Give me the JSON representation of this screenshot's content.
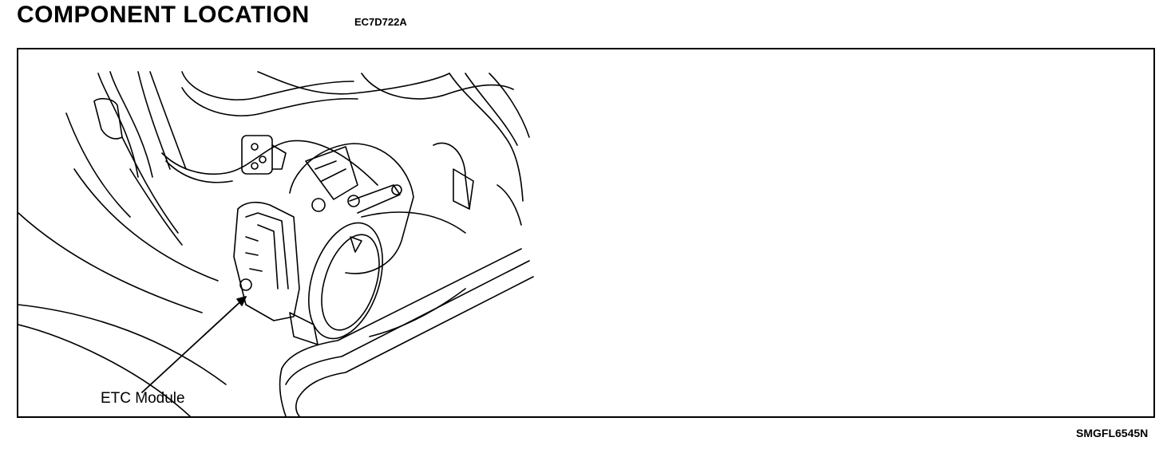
{
  "page": {
    "title": "COMPONENT LOCATION",
    "code": "EC7D722A"
  },
  "figure": {
    "callout_label": "ETC Module",
    "figure_id": "SMGFL6545N"
  }
}
